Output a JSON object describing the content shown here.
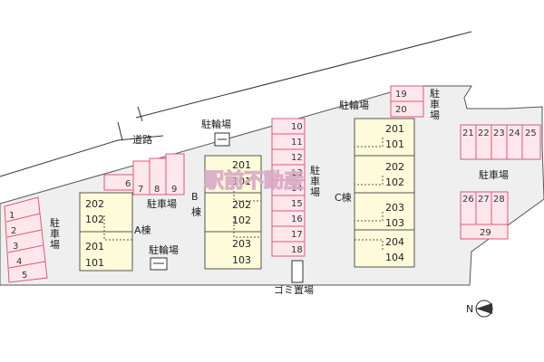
{
  "labels": {
    "road": "道路",
    "parking": "駐車場",
    "bike_parking": "駐輪場",
    "garbage": "ゴミ置場",
    "building_a": "A棟",
    "building_b": "B",
    "building_b_suffix": "棟",
    "building_c": "C棟",
    "north": "N",
    "watermark": "駅前不動産"
  },
  "buildings": {
    "a": {
      "upper": [
        "202",
        "102"
      ],
      "lower": [
        "201",
        "101"
      ]
    },
    "b": {
      "units": [
        "201",
        "101",
        "202",
        "102",
        "203",
        "103"
      ]
    },
    "c": {
      "units": [
        "201",
        "101",
        "202",
        "102",
        "203",
        "103",
        "204",
        "104"
      ]
    }
  },
  "parking": {
    "left_column": [
      "1",
      "2",
      "3",
      "4",
      "5"
    ],
    "north_row": [
      "6",
      "7",
      "8",
      "9"
    ],
    "center_column": [
      "10",
      "11",
      "12",
      "13",
      "14",
      "15",
      "16",
      "17",
      "18"
    ],
    "top_pair": [
      "19",
      "20"
    ],
    "right_row": [
      "21",
      "22",
      "23",
      "24",
      "25"
    ],
    "right_group": [
      "26",
      "27",
      "28",
      "29"
    ]
  },
  "colors": {
    "building_fill": "#fdfbd9",
    "parking_fill": "#fde7ec",
    "parking_stroke": "#e0577d",
    "lot_fill": "#efefef"
  }
}
